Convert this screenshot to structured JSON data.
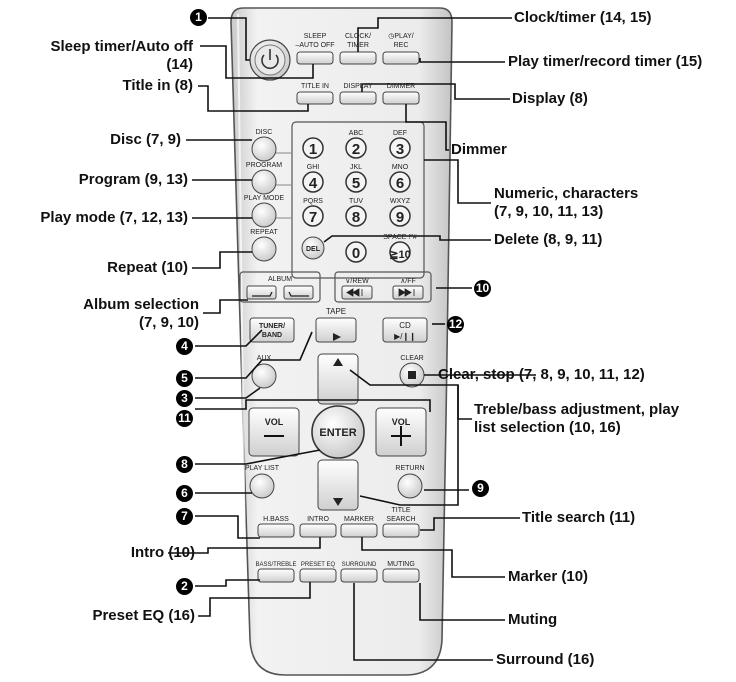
{
  "left_labels": {
    "sleep": "Sleep timer/Auto off",
    "sleep_pages": "(14)",
    "title_in": "Title in (8)",
    "disc": "Disc (7, 9)",
    "program": "Program (9, 13)",
    "play_mode": "Play mode (7, 12, 13)",
    "repeat": "Repeat (10)",
    "album": "Album selection",
    "album_pages": "(7, 9, 10)",
    "intro": "Intro (10)",
    "preset_eq": "Preset EQ (16)"
  },
  "right_labels": {
    "clock": "Clock/timer (14, 15)",
    "play_timer": "Play timer/record timer (15)",
    "display": "Display (8)",
    "dimmer": "Dimmer",
    "numeric_1": "Numeric, characters",
    "numeric_2": "(7, 9, 10, 11, 13)",
    "delete": "Delete (8, 9, 11)",
    "clear": "Clear, stop (7, 8, 9, 10, 11, 12)",
    "treble_1": "Treble/bass adjustment, play",
    "treble_2": "list selection (10, 16)",
    "title_search": "Title search (11)",
    "marker": "Marker (10)",
    "muting": "Muting",
    "surround": "Surround (16)"
  },
  "callouts": {
    "c1": "1",
    "c2": "2",
    "c3": "3",
    "c4": "4",
    "c5": "5",
    "c6": "6",
    "c7": "7",
    "c8": "8",
    "c9": "9",
    "c10": "10",
    "c11": "11",
    "c12": "12"
  },
  "remote": {
    "sleep": [
      "SLEEP",
      "–AUTO OFF"
    ],
    "clock": [
      "CLOCK/",
      "TIMER"
    ],
    "play_rec": [
      "◷PLAY/",
      "REC"
    ],
    "title_in": "TITLE IN",
    "display": "DISPLAY",
    "dimmer": "DIMMER",
    "disc": "DISC",
    "program": "PROGRAM",
    "play_mode": "PLAY MODE",
    "repeat": "REPEAT",
    "del": "DEL",
    "album": "ALBUM",
    "rew": "∨/REW",
    "ff": "∧/FF",
    "tuner": [
      "TUNER/",
      "BAND"
    ],
    "tape": "TAPE",
    "cd": "CD",
    "aux": "AUX",
    "clear": "CLEAR",
    "vol": "VOL",
    "enter": "ENTER",
    "play_list": "PLAY LIST",
    "return": "RETURN",
    "hbass": "H.BASS",
    "intro": "INTRO",
    "marker": "MARKER",
    "title_search": [
      "TITLE",
      "SEARCH"
    ],
    "bass_treble": "BASS/TREBLE",
    "preset_eq": "PRESET EQ",
    "surround": "SURROUND",
    "muting": "MUTING",
    "keys": [
      {
        "d": "1",
        "l": ""
      },
      {
        "d": "2",
        "l": "ABC"
      },
      {
        "d": "3",
        "l": "DEF"
      },
      {
        "d": "4",
        "l": "GHI"
      },
      {
        "d": "5",
        "l": "JKL"
      },
      {
        "d": "6",
        "l": "MNO"
      },
      {
        "d": "7",
        "l": "PQRS"
      },
      {
        "d": "8",
        "l": "TUV"
      },
      {
        "d": "9",
        "l": "WXYZ"
      },
      {
        "d": "0",
        "l": ""
      },
      {
        "d": "≧10",
        "l": "SPACE !\"#"
      }
    ]
  }
}
